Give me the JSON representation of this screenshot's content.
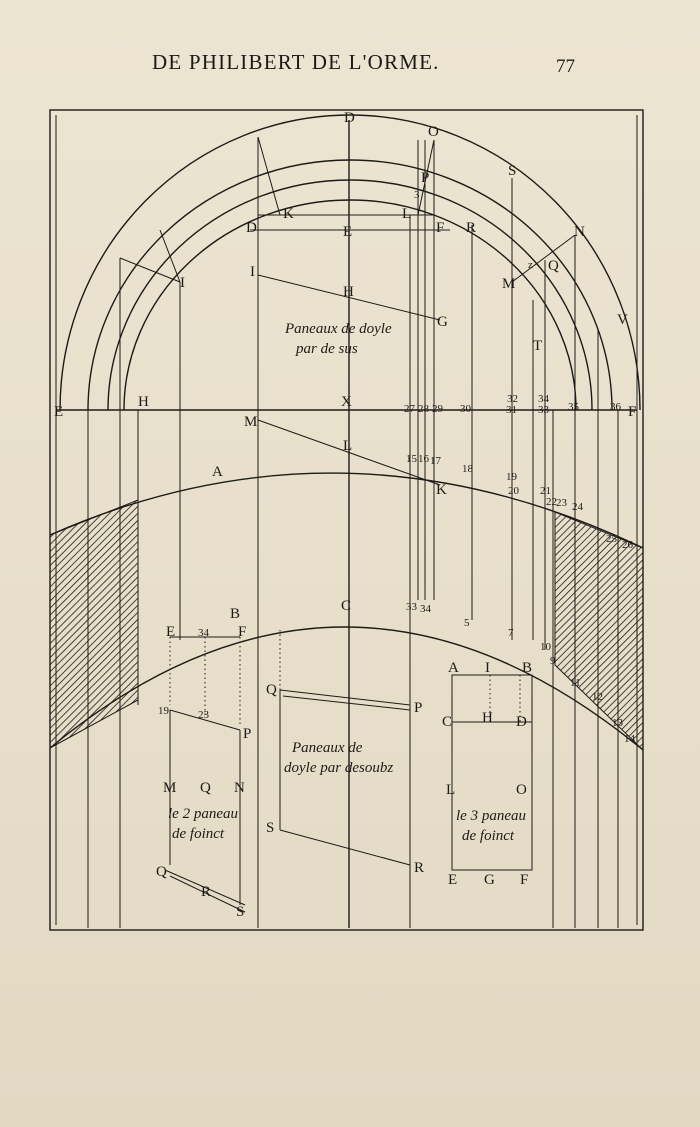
{
  "header": {
    "title": "DE PHILIBERT DE L'ORME.",
    "page_number": "77"
  },
  "figure": {
    "points": [
      {
        "id": "D-top",
        "t": "D"
      },
      {
        "id": "O-top",
        "t": "O"
      },
      {
        "id": "S-top",
        "t": "S"
      },
      {
        "id": "P-top",
        "t": "P"
      },
      {
        "id": "K-top",
        "t": "K"
      },
      {
        "id": "L-top",
        "t": "L"
      },
      {
        "id": "D-inner",
        "t": "D"
      },
      {
        "id": "E-inner",
        "t": "E"
      },
      {
        "id": "F-inner",
        "t": "F"
      },
      {
        "id": "R-top",
        "t": "R"
      },
      {
        "id": "N-right",
        "t": "N"
      },
      {
        "id": "Q-right",
        "t": "Q"
      },
      {
        "id": "M-right",
        "t": "M"
      },
      {
        "id": "I-left",
        "t": "I"
      },
      {
        "id": "I-mid",
        "t": "I"
      },
      {
        "id": "H-top",
        "t": "H"
      },
      {
        "id": "G-mid",
        "t": "G"
      },
      {
        "id": "T-right",
        "t": "T"
      },
      {
        "id": "V-right",
        "t": "V"
      },
      {
        "id": "E-axis",
        "t": "E"
      },
      {
        "id": "H-axis",
        "t": "H"
      },
      {
        "id": "X-axis",
        "t": "X"
      },
      {
        "id": "F-axis",
        "t": "F"
      },
      {
        "id": "M-mid",
        "t": "M"
      },
      {
        "id": "L-mid",
        "t": "L"
      },
      {
        "id": "K-mid",
        "t": "K"
      },
      {
        "id": "A-arc",
        "t": "A"
      },
      {
        "id": "B-arc",
        "t": "B"
      },
      {
        "id": "C-arc",
        "t": "C"
      },
      {
        "id": "E-low",
        "t": "E"
      },
      {
        "id": "F-low",
        "t": "F"
      },
      {
        "id": "P-low",
        "t": "P"
      },
      {
        "id": "M-low",
        "t": "M"
      },
      {
        "id": "Q-low",
        "t": "Q"
      },
      {
        "id": "N-low",
        "t": "N"
      },
      {
        "id": "Q-bot",
        "t": "Q"
      },
      {
        "id": "R-bot",
        "t": "R"
      },
      {
        "id": "S-bot",
        "t": "S"
      },
      {
        "id": "Q-panel",
        "t": "Q"
      },
      {
        "id": "P-panel",
        "t": "P"
      },
      {
        "id": "S-panel",
        "t": "S"
      },
      {
        "id": "R-panel",
        "t": "R"
      },
      {
        "id": "A-box",
        "t": "A"
      },
      {
        "id": "I-box",
        "t": "I"
      },
      {
        "id": "B-box",
        "t": "B"
      },
      {
        "id": "C-box",
        "t": "C"
      },
      {
        "id": "H-box",
        "t": "H"
      },
      {
        "id": "D-box",
        "t": "D"
      },
      {
        "id": "L-box",
        "t": "L"
      },
      {
        "id": "O-box",
        "t": "O"
      },
      {
        "id": "E-box",
        "t": "E"
      },
      {
        "id": "G-box",
        "t": "G"
      },
      {
        "id": "F-box",
        "t": "F"
      },
      {
        "id": "z-right",
        "t": "z"
      },
      {
        "id": "n3-top",
        "t": "3"
      }
    ],
    "numbers": [
      {
        "id": "n32",
        "t": "32"
      },
      {
        "id": "n34a",
        "t": "34"
      },
      {
        "id": "n27",
        "t": "27"
      },
      {
        "id": "n28",
        "t": "28"
      },
      {
        "id": "n29",
        "t": "29"
      },
      {
        "id": "n30",
        "t": "30"
      },
      {
        "id": "n31",
        "t": "31"
      },
      {
        "id": "n33",
        "t": "33"
      },
      {
        "id": "n35",
        "t": "35"
      },
      {
        "id": "n36",
        "t": "36"
      },
      {
        "id": "n15",
        "t": "15"
      },
      {
        "id": "n16",
        "t": "16"
      },
      {
        "id": "n17",
        "t": "17"
      },
      {
        "id": "n18",
        "t": "18"
      },
      {
        "id": "n19",
        "t": "19"
      },
      {
        "id": "n20",
        "t": "20"
      },
      {
        "id": "n21",
        "t": "21"
      },
      {
        "id": "n22",
        "t": "22"
      },
      {
        "id": "n23",
        "t": "23"
      },
      {
        "id": "n24",
        "t": "24"
      },
      {
        "id": "n25",
        "t": "25"
      },
      {
        "id": "n26",
        "t": "26"
      },
      {
        "id": "n33b",
        "t": "33"
      },
      {
        "id": "n34b",
        "t": "34"
      },
      {
        "id": "n5",
        "t": "5"
      },
      {
        "id": "n7",
        "t": "7"
      },
      {
        "id": "n10",
        "t": "10"
      },
      {
        "id": "n9",
        "t": "9"
      },
      {
        "id": "n11",
        "t": "11"
      },
      {
        "id": "n12",
        "t": "12"
      },
      {
        "id": "n13",
        "t": "13"
      },
      {
        "id": "n14",
        "t": "14"
      },
      {
        "id": "n19b",
        "t": "19"
      },
      {
        "id": "n23b",
        "t": "23"
      },
      {
        "id": "n34c",
        "t": "34"
      }
    ],
    "captions": {
      "upper_panel": [
        "Paneaux de doyle",
        "par de sus"
      ],
      "lower_panel": [
        "Paneaux de",
        "doyle par desoubz"
      ],
      "panel_2": [
        "le 2 paneau",
        "de foinct"
      ],
      "panel_3": [
        "le 3 paneau",
        "de foinct"
      ]
    }
  }
}
